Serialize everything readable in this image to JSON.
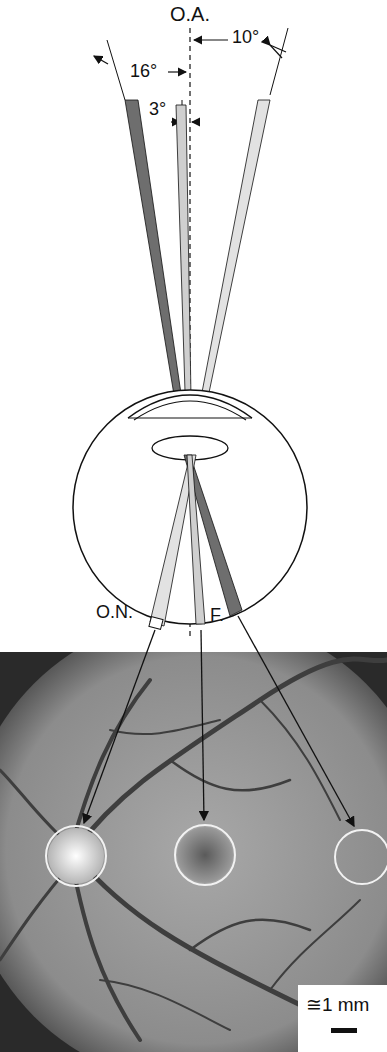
{
  "diagram": {
    "labels": [
      "O.A.",
      "10°",
      "16°",
      "3°",
      "O.N.",
      "F.",
      "≅1 mm"
    ]
  }
}
